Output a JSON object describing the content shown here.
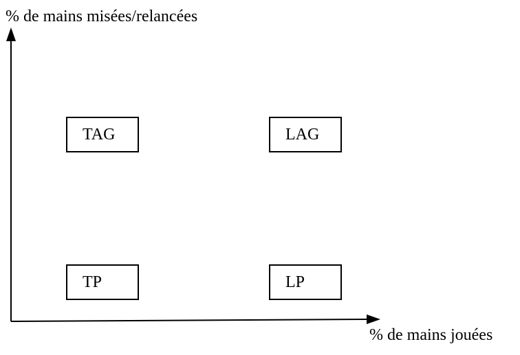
{
  "axes": {
    "y_label": "% de mains misées/relancées",
    "x_label": "% de mains jouées"
  },
  "quadrants": {
    "top_left": "TAG",
    "top_right": "LAG",
    "bottom_left": "TP",
    "bottom_right": "LP"
  },
  "colors": {
    "line": "#000000",
    "background": "#ffffff"
  }
}
